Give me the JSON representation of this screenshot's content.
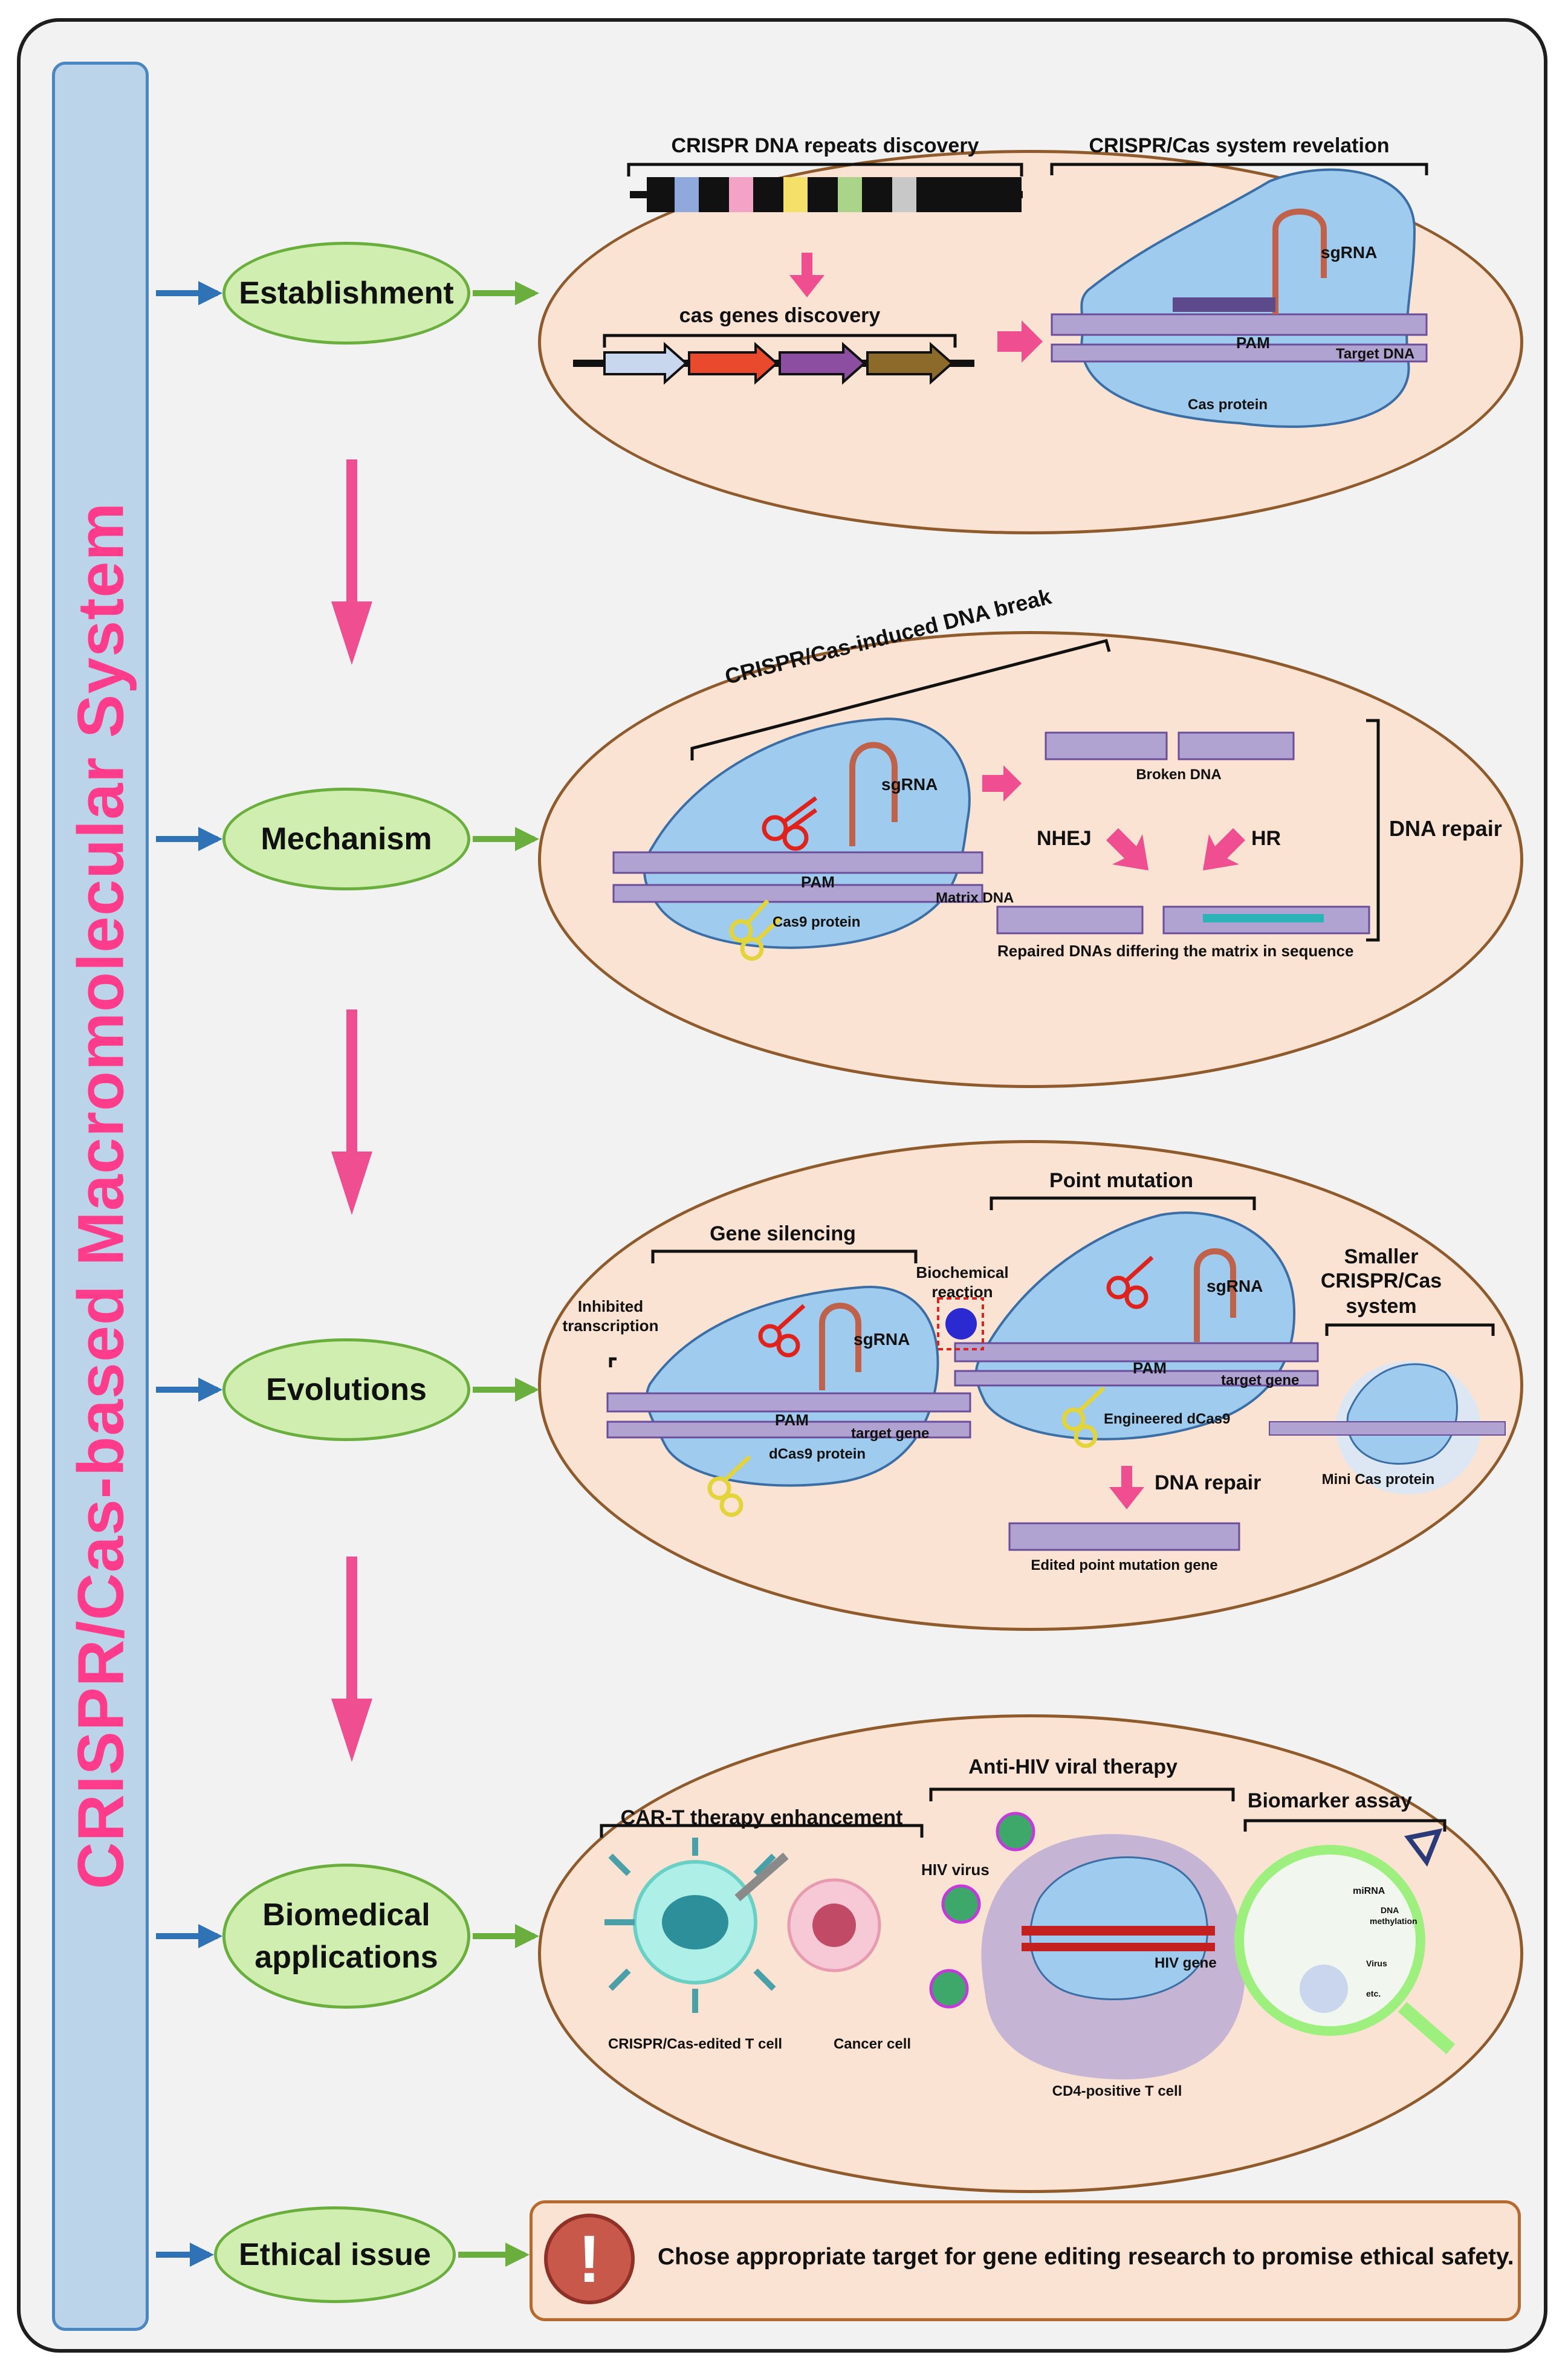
{
  "title": "CRISPR/Cas-based  Macromolecular  System",
  "stages": {
    "establishment": "Establishment",
    "mechanism": "Mechanism",
    "evolutions": "Evolutions",
    "biomedical_line1": "Biomedical",
    "biomedical_line2": "applications",
    "ethical": "Ethical issue"
  },
  "establishment": {
    "repeats": "CRISPR DNA repeats discovery",
    "cas_genes": "cas genes discovery",
    "revelation": "CRISPR/Cas system revelation",
    "sgrna": "sgRNA",
    "pam": "PAM",
    "target_dna": "Target DNA",
    "cas_protein": "Cas protein"
  },
  "mechanism": {
    "dna_break": "CRISPR/Cas-induced DNA break",
    "sgrna": "sgRNA",
    "pam": "PAM",
    "matrix_dna": "Matrix DNA",
    "cas9": "Cas9 protein",
    "broken": "Broken DNA",
    "nhej": "NHEJ",
    "hr": "HR",
    "repair": "DNA repair",
    "repaired": "Repaired DNAs  differing the matrix in sequence"
  },
  "evolutions": {
    "silencing": "Gene silencing",
    "inhibited_1": "Inhibited",
    "inhibited_2": "transcription",
    "sgrna_1": "sgRNA",
    "pam_1": "PAM",
    "target_gene_1": "target gene",
    "dcas9": "dCas9 protein",
    "point_mutation": "Point mutation",
    "biochem_1": "Biochemical",
    "biochem_2": "reaction",
    "sgrna_2": "sgRNA",
    "pam_2": "PAM",
    "target_gene_2": "target gene",
    "engineered": "Engineered dCas9",
    "dna_repair": "DNA repair",
    "edited": "Edited point mutation gene",
    "smaller_1": "Smaller",
    "smaller_2": "CRISPR/Cas",
    "smaller_3": "system",
    "mini_cas": "Mini Cas protein"
  },
  "biomedical": {
    "cart": "CAR-T therapy enhancement",
    "tcell": "CRISPR/Cas-edited T cell",
    "cancer": "Cancer cell",
    "antihiv": "Anti-HIV viral therapy",
    "hiv_virus": "HIV virus",
    "hiv_gene": "HIV gene",
    "cd4": "CD4-positive T cell",
    "biomarker": "Biomarker assay",
    "mirna": "miRNA",
    "dna_meth_1": "DNA",
    "dna_meth_2": "methylation",
    "virus": "Virus",
    "etc": "etc."
  },
  "ethics": {
    "alert_symbol": "!",
    "statement": "Chose appropriate target for gene editing research to promise ethical safety."
  },
  "colors": {
    "sidebar_fill": "#bcd4ea",
    "sidebar_border": "#4a86c2",
    "title": "#ff3c8c",
    "stage_fill": "#cfeeaf",
    "stage_border": "#6aae3e",
    "panel_fill": "#fbe3d3",
    "panel_border": "#8f5a2c",
    "flow_arrow": "#ef4f91",
    "blue_arrow": "#2f72b6",
    "green_arrow": "#6aae3e"
  },
  "icons": [
    "blue-arrow-icon",
    "green-arrow-icon",
    "pink-down-arrow-icon",
    "scissors-icon",
    "dna-icon",
    "virus-icon",
    "magnifier-icon",
    "alert-icon"
  ]
}
